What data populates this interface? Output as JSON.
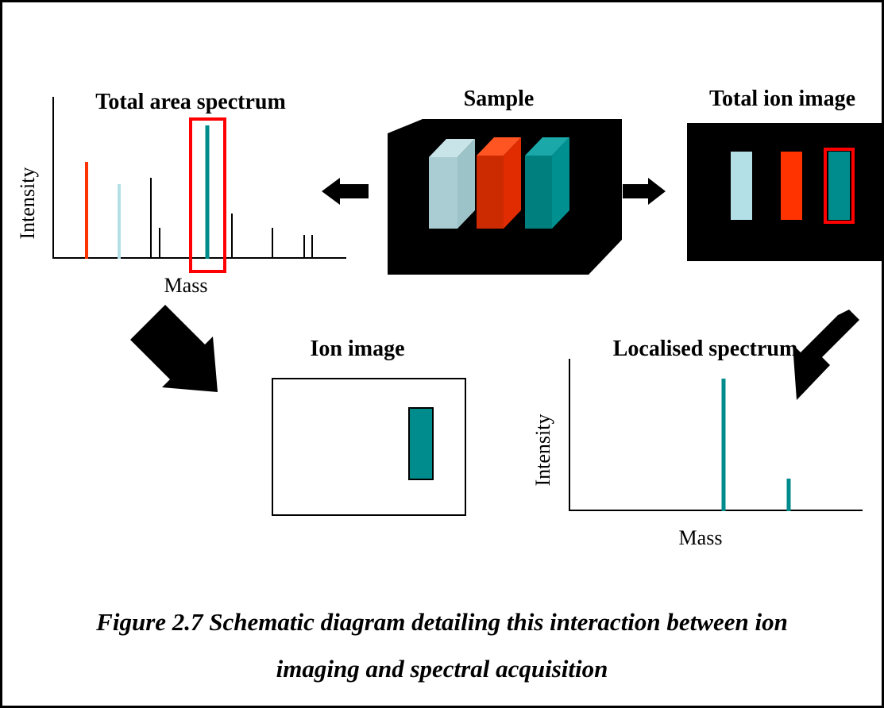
{
  "colors": {
    "orange": "#ff3300",
    "light_blue": "#b3e0e6",
    "teal": "#008c8c",
    "highlight": "#ff0000",
    "black": "#000000"
  },
  "total_area_spectrum": {
    "title": "Total area spectrum",
    "y_label": "Intensity",
    "x_label": "Mass"
  },
  "sample": {
    "title": "Sample"
  },
  "total_ion_image": {
    "title": "Total ion image"
  },
  "ion_image": {
    "title": "Ion image"
  },
  "localised_spectrum": {
    "title": "Localised spectrum",
    "y_label": "Intensity",
    "x_label": "Mass"
  },
  "caption": {
    "line1": "Figure 2.7 Schematic diagram detailing this interaction between ion",
    "line2": "imaging and spectral acquisition"
  }
}
